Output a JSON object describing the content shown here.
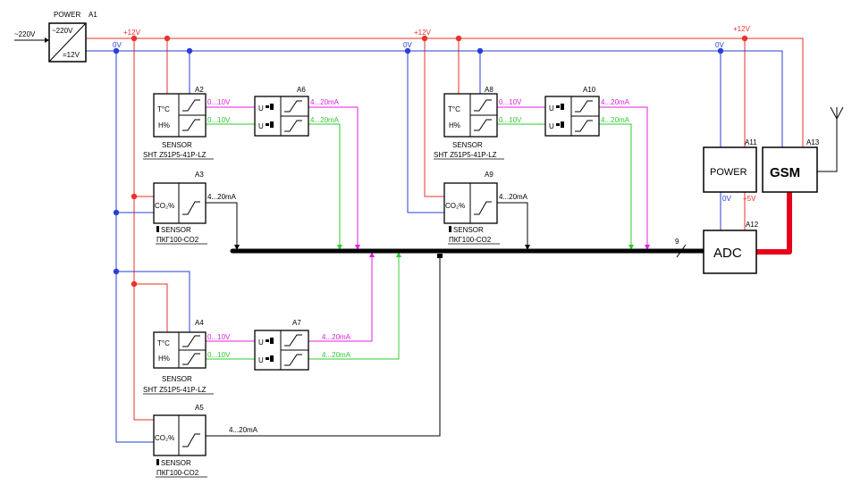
{
  "colors": {
    "power_line": "#e8322a",
    "ground_line": "#2a3fd6",
    "magenta_line": "#e01fe0",
    "green_line": "#2ecc2e",
    "bus": "#000000",
    "gsm_link": "#e8001a"
  },
  "mains": {
    "input_label": "~220V"
  },
  "power_supply": {
    "caption": "POWER",
    "ref": "A1",
    "in_label": "~220V",
    "out_label": "=12V"
  },
  "rails": {
    "plus12": "+12V",
    "zero": "0V",
    "plus5": "+5V"
  },
  "sensors_th": [
    {
      "ref": "A2",
      "line1": "T°C",
      "line2": "H%",
      "caption": "SENSOR",
      "model": "SHT Z51P5-41P-LZ",
      "out1": "0...10V",
      "out2": "0...10V"
    },
    {
      "ref": "A4",
      "line1": "T°C",
      "line2": "H%",
      "caption": "SENSOR",
      "model": "SHT Z51P5-41P-LZ",
      "out1": "0...10V",
      "out2": "0...10V"
    },
    {
      "ref": "A8",
      "line1": "T°C",
      "line2": "H%",
      "caption": "SENSOR",
      "model": "SHT Z51P5-41P-LZ",
      "out1": "0...10V",
      "out2": "0...10V"
    }
  ],
  "sensors_co2": [
    {
      "ref": "A3",
      "label": "CO₂%",
      "caption": "SENSOR",
      "model": "ПКГ100-CO2",
      "out": "4...20mA"
    },
    {
      "ref": "A5",
      "label": "CO₂%",
      "caption": "SENSOR",
      "model": "ПКГ100-CO2",
      "out": "4...20mA"
    },
    {
      "ref": "A9",
      "label": "CO₂%",
      "caption": "SENSOR",
      "model": "ПКГ100-CO2",
      "out": "4...20mA"
    }
  ],
  "converters": [
    {
      "ref": "A6",
      "in_label": "U",
      "out1": "4...20mA",
      "out2": "4...20mA"
    },
    {
      "ref": "A7",
      "in_label": "U",
      "out1": "4...20mA",
      "out2": "4...20mA"
    },
    {
      "ref": "A10",
      "in_label": "U",
      "out1": "4...20mA",
      "out2": "4...20mA"
    }
  ],
  "power_module": {
    "ref": "A11",
    "label": "POWER"
  },
  "adc": {
    "ref": "A12",
    "label": "ADC",
    "bus_count": "9"
  },
  "gsm": {
    "ref": "A13",
    "label": "GSM"
  }
}
